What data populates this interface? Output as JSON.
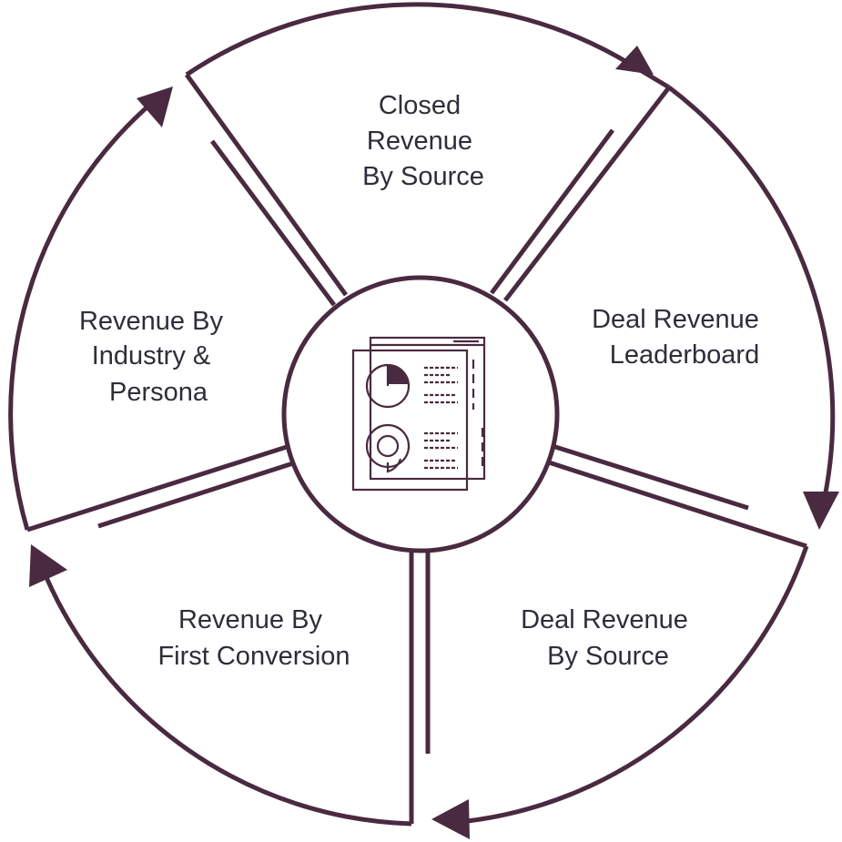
{
  "colors": {
    "accent": "#4a2a40",
    "text": "#2e2e3a",
    "background": "#ffffff"
  },
  "center_icon": "report-document-icon",
  "segments": [
    {
      "id": "closed",
      "lines": [
        "Closed",
        "Revenue",
        "By Source"
      ]
    },
    {
      "id": "leaderboard",
      "lines": [
        "Deal Revenue",
        "Leaderboard"
      ]
    },
    {
      "id": "deal-source",
      "lines": [
        "Deal Revenue",
        "By Source"
      ]
    },
    {
      "id": "first-conversion",
      "lines": [
        "Revenue By",
        "First Conversion"
      ]
    },
    {
      "id": "industry",
      "lines": [
        "Revenue By",
        "Industry &",
        "Persona"
      ]
    }
  ]
}
